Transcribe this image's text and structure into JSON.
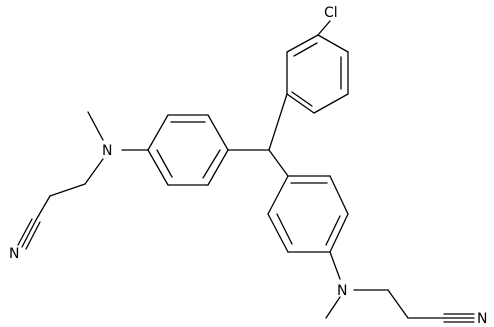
{
  "atoms": {
    "chlorine": "Cl",
    "amine_nitrogen_left": "N",
    "amine_nitrogen_right": "N",
    "nitrile_nitrogen_left": "N",
    "nitrile_nitrogen_right": "N"
  },
  "colors": {
    "bond": "#000000",
    "label": "#000000",
    "background": "#ffffff"
  }
}
